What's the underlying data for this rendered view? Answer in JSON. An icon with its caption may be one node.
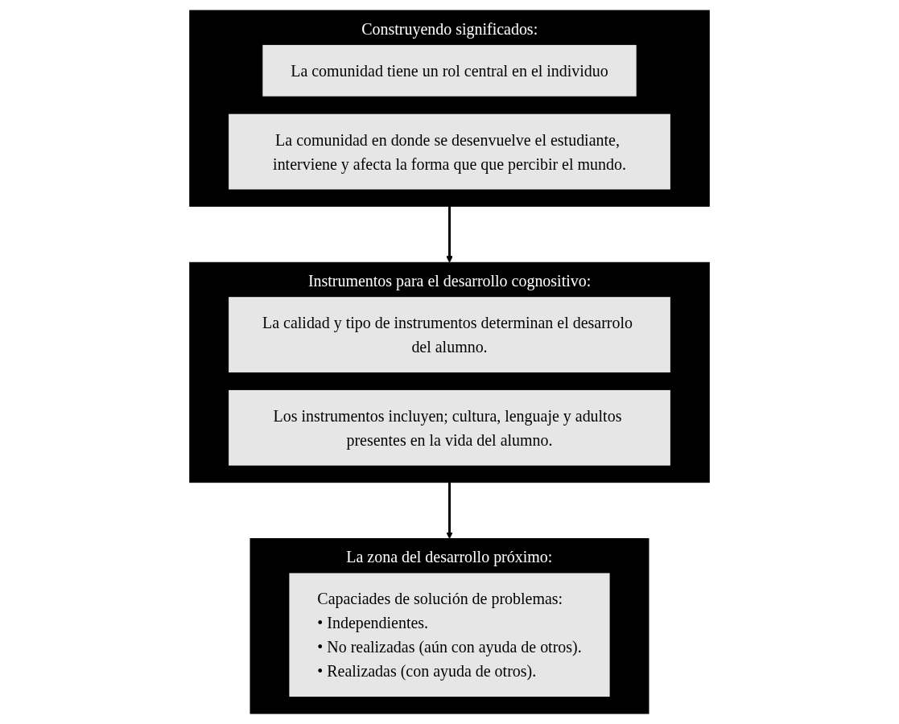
{
  "diagram": {
    "nodes": [
      {
        "text": [
          "Construyendo significados:"
        ]
      },
      {
        "text": [
          "La comunidad tiene un rol central en el individuo"
        ],
        "in": 0
      },
      {
        "text": [
          "La comunidad en donde se desenvuelve el estudiante, interviene y afecta la forma que que percibir el mundo."
        ],
        "in": 0
      },
      {
        "text": [
          "Instrumentos para el desarrollo cognositivo:"
        ]
      },
      {
        "text": [
          "La calidad y tipo de instrumentos determinan el desarrolo del alumno."
        ],
        "in": 3
      },
      {
        "text": [
          "Los instrumentos incluyen; cultura, lenguaje y adultos presentes en la vida del alumno."
        ],
        "in": 3
      },
      {
        "text": [
          "La zona del desarrollo próximo:"
        ]
      },
      {
        "text": [
          "Capaciades de solución de problemas:",
          "• Independientes.",
          "• No realizadas (aún con ayuda de otros).",
          "• Realizadas (con ayuda de otros)."
        ],
        "in": 6
      }
    ],
    "edges": [
      {
        "from": 0,
        "to": 3,
        "arrow": "to"
      },
      {
        "from": 3,
        "to": 6,
        "arrow": "to"
      }
    ]
  }
}
